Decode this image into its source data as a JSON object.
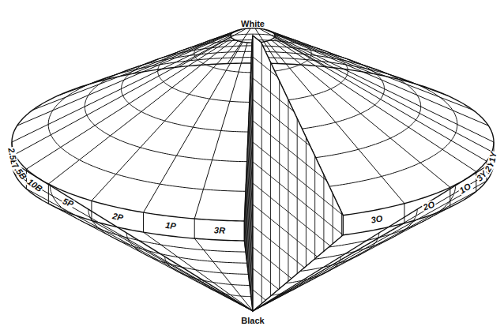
{
  "diagram": {
    "labels": [
      "White",
      "2.5B",
      "7.5B",
      "10B",
      "5P",
      "2P",
      "1P",
      "3R",
      "3O",
      "2O",
      "1O",
      "3Y",
      "2Y",
      "1Y",
      "Black"
    ]
  }
}
